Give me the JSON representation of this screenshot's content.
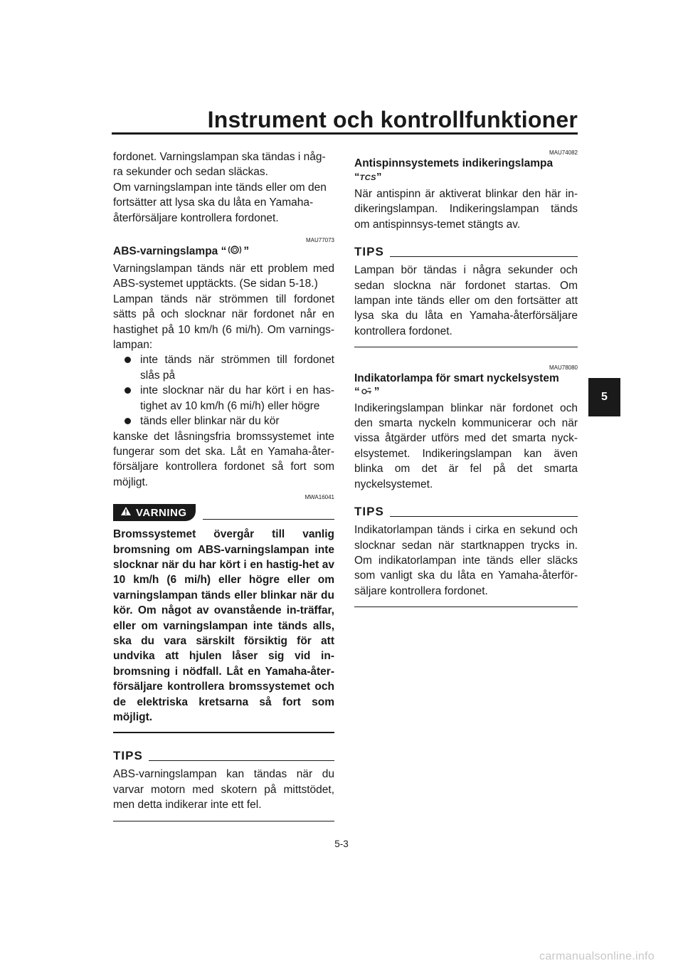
{
  "header": {
    "title": "Instrument och kontrollfunktioner",
    "chapter_tab": "5"
  },
  "left": {
    "intro_lines": [
      "fordonet. Varningslampan ska tändas i någ-",
      "ra sekunder och sedan släckas.",
      "Om varningslampan inte tänds eller om den",
      "fortsätter att lysa ska du låta en Yamaha-",
      "återförsäljare kontrollera fordonet."
    ],
    "abs_code": "MAU77073",
    "abs_heading_pre": "ABS-varningslampa “",
    "abs_heading_post": "”",
    "abs_text_1": "Varningslampan tänds när ett problem med ABS-systemet upptäckts. (Se sidan 5-18.)",
    "abs_text_2": "Lampan tänds när strömmen till fordonet sätts på och slocknar när fordonet når en hastighet på 10 km/h (6 mi/h). Om varnings-lampan:",
    "bullets": [
      "inte tänds när strömmen till fordonet slås på",
      "inte slocknar när du har kört i en has-tighet av 10 km/h (6 mi/h) eller högre",
      "tänds eller blinkar när du kör"
    ],
    "abs_text_3": "kanske det låsningsfria bromssystemet inte fungerar som det ska. Låt en Yamaha-åter-försäljare kontrollera fordonet så fort som möjligt.",
    "warning_code": "MWA16041",
    "warning_label": "VARNING",
    "warning_text": "Bromssystemet övergår till vanlig bromsning om ABS-varningslampan inte slocknar när du har kört i en hastig-het av 10 km/h (6 mi/h) eller högre eller om varningslampan tänds eller blinkar när du kör. Om något av ovanstående in-träffar, eller om varningslampan inte tänds alls, ska du vara särskilt försiktig för att undvika att hjulen låser sig vid in-bromsning i nödfall. Låt en Yamaha-åter-försäljare kontrollera bromssystemet och de elektriska kretsarna så fort som möjligt.",
    "tips_label": "TIPS",
    "tips_text": "ABS-varningslampan kan tändas när du varvar motorn med skotern på mittstödet, men detta indikerar inte ett fel."
  },
  "right": {
    "tcs_code": "MAU74082",
    "tcs_heading": "Antispinnsystemets indikeringslampa",
    "tcs_symbol_pre": "“",
    "tcs_symbol_text": "TCS",
    "tcs_symbol_post": "”",
    "tcs_text": "När antispinn är aktiverat blinkar den här in-dikeringslampan. Indikeringslampan tänds om antispinnsys-temet stängts av.",
    "tips1_label": "TIPS",
    "tips1_text": "Lampan bör tändas i några sekunder och sedan slockna när fordonet startas. Om lampan inte tänds eller om den fortsätter att lysa ska du låta en Yamaha-återförsäljare kontrollera fordonet.",
    "key_code": "MAU78080",
    "key_heading": "Indikatorlampa för smart nyckelsystem",
    "key_symbol_pre": "“",
    "key_symbol_post": "”",
    "key_text": "Indikeringslampan blinkar när fordonet och den smarta nyckeln kommunicerar och när vissa åtgärder utförs med det smarta nyck-elsystemet. Indikeringslampan kan även blinka om det är fel på det smarta nyckelsystemet.",
    "tips2_label": "TIPS",
    "tips2_text": "Indikatorlampan tänds i cirka en sekund och slocknar sedan när startknappen trycks in. Om indikatorlampan inte tänds eller släcks som vanligt ska du låta en Yamaha-återför-säljare kontrollera fordonet."
  },
  "footer": {
    "page_number": "5-3",
    "watermark": "carmanualsonline.info"
  }
}
